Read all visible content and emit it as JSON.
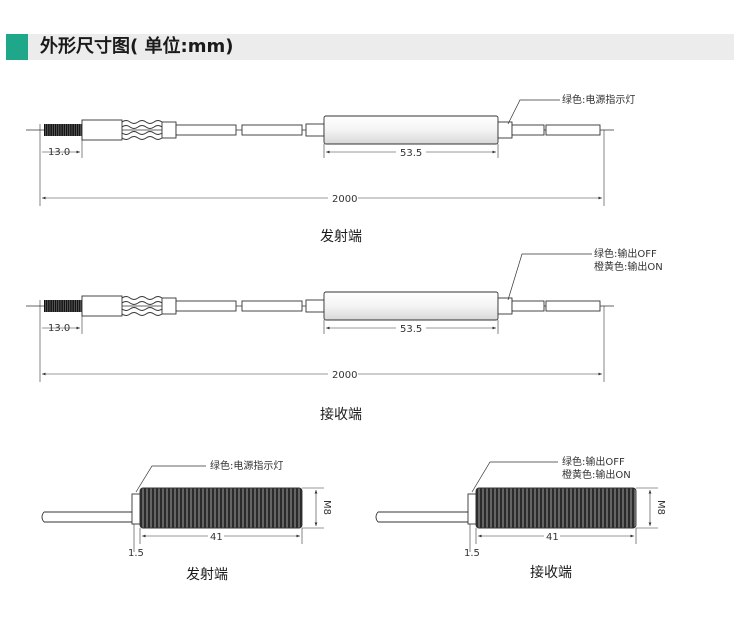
{
  "header": {
    "title": "外形尺寸图( 单位:mm)",
    "accent_color": "#1fa78a"
  },
  "emitter": {
    "caption": "发射端",
    "callout": "绿色:电源指示灯",
    "dim_small": "13.0",
    "dim_body": "53.5",
    "dim_total": "2000"
  },
  "receiver": {
    "caption": "接收端",
    "callout_line1": "绿色:输出OFF",
    "callout_line2": "橙黄色:输出ON",
    "dim_small": "13.0",
    "dim_body": "53.5",
    "dim_total": "2000"
  },
  "emitter_side": {
    "caption": "发射端",
    "callout": "绿色:电源指示灯",
    "dim_thread": "M8",
    "dim_length": "41",
    "dim_offset": "1.5"
  },
  "receiver_side": {
    "caption": "接收端",
    "callout_line1": "绿色:输出OFF",
    "callout_line2": "橙黄色:输出ON",
    "dim_thread": "M8",
    "dim_length": "41",
    "dim_offset": "1.5"
  }
}
